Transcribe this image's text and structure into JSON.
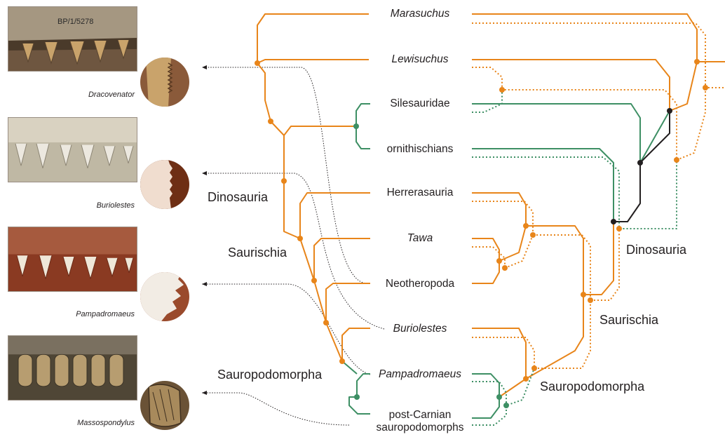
{
  "colors": {
    "orange": "#e8851a",
    "green": "#3d8f64",
    "black": "#231f20",
    "dotted_link": "#231f20"
  },
  "specimens": [
    {
      "caption": "Dracovenator",
      "photo_label": "BP/1/5278",
      "tooth_color": "#c9a36b",
      "bg_color": "#6e5640"
    },
    {
      "caption": "Buriolestes",
      "tooth_color": "#ece8df",
      "bg_color": "#bfb8a4"
    },
    {
      "caption": "Pampadromaeus",
      "tooth_color": "#efe7d8",
      "bg_color": "#8a3a22"
    },
    {
      "caption": "Massospondylus",
      "tooth_color": "#b79d70",
      "bg_color": "#4f4636"
    }
  ],
  "left_tree": {
    "taxa": [
      {
        "label": "Marasuchus",
        "italic": true
      },
      {
        "label": "Lewisuchus",
        "italic": true
      },
      {
        "label": "Silesauridae",
        "italic": false
      },
      {
        "label": "ornithischians",
        "italic": false
      },
      {
        "label": "Herrerasauria",
        "italic": false
      },
      {
        "label": "Tawa",
        "italic": true
      },
      {
        "label": "Neotheropoda",
        "italic": false
      },
      {
        "label": "Buriolestes",
        "italic": true
      },
      {
        "label": "Pampadromaeus",
        "italic": true
      },
      {
        "label": "post-Carnian",
        "italic": false
      },
      {
        "label": "sauropodomorphs",
        "italic": false
      }
    ],
    "clades": [
      "Dinosauria",
      "Saurischia",
      "Sauropodomorpha"
    ]
  },
  "right_tree": {
    "clades": [
      "Dinosauria",
      "Saurischia",
      "Sauropodomorpha"
    ]
  }
}
